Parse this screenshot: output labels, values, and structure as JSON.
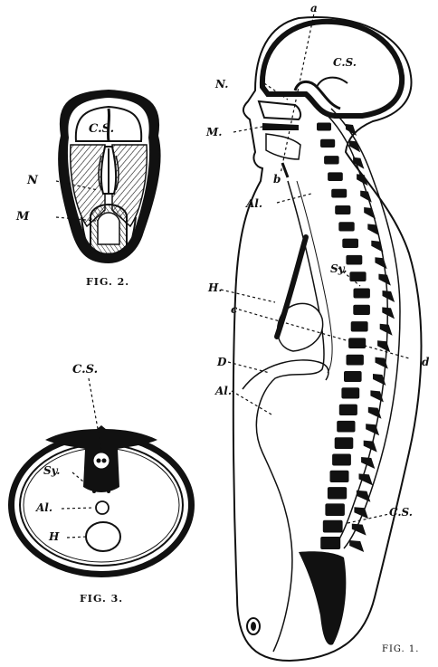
{
  "figures": [
    {
      "id": "fig1",
      "caption": "FIG. 1.",
      "labels": {
        "a": "a",
        "cs_brain": "C.S.",
        "n": "N.",
        "m": "M.",
        "b": "b",
        "al_upper": "Al.",
        "sy": "Sy.",
        "h": "H.",
        "c": "c",
        "d": "d",
        "d_upper": "D",
        "al_lower": "Al.",
        "cs_cord": "C.S."
      }
    },
    {
      "id": "fig2",
      "caption": "FIG. 2.",
      "labels": {
        "cs": "C.S.",
        "n": "N",
        "m": "M"
      }
    },
    {
      "id": "fig3",
      "caption": "FIG. 3.",
      "labels": {
        "cs": "C.S.",
        "sy": "Sy.",
        "al": "Al.",
        "h": "H"
      }
    }
  ],
  "colors": {
    "ink": "#111111",
    "paper": "#ffffff"
  }
}
